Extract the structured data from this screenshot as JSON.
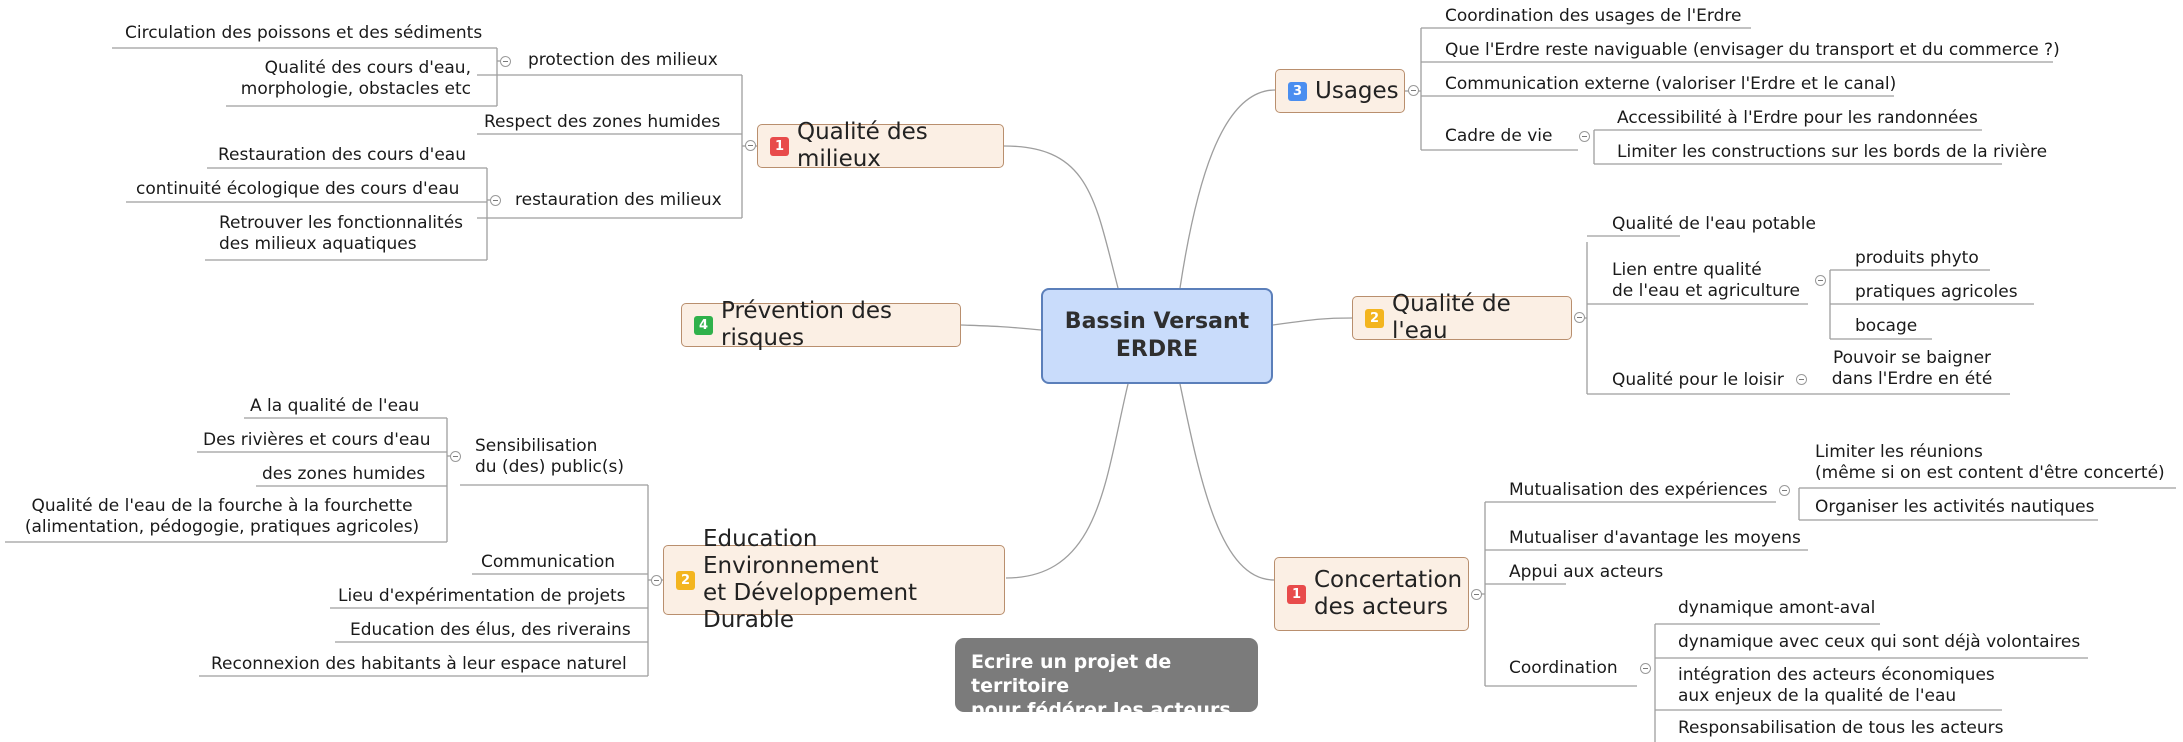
{
  "central": {
    "line1": "Bassin Versant",
    "line2": "ERDRE"
  },
  "note": {
    "line1": "Ecrire un projet de territoire",
    "line2": "pour fédérer les acteurs"
  },
  "colors": {
    "priority_1": "#e84b4b",
    "priority_2": "#f3b51f",
    "priority_3": "#4a8ef0",
    "priority_4": "#2fb14b",
    "topic_fill": "#fbefe4",
    "central_fill": "#c9dcfb",
    "note_fill": "#7b7b7b",
    "connector": "#9e9e9e"
  },
  "qualite_milieux": {
    "badge": "1",
    "title": "Qualité des milieux",
    "protection": "protection des milieux",
    "circulation": "Circulation des poissons et des sédiments",
    "qualite_cours_1": "Qualité des cours d'eau,",
    "qualite_cours_2": "morphologie, obstacles etc",
    "zones_humides": "Respect des zones humides",
    "restauration": "restauration des milieux",
    "restauration_cours": "Restauration des cours d'eau",
    "continuite": "continuité écologique des cours d'eau",
    "retrouver_1": "Retrouver les fonctionnalités",
    "retrouver_2": "des milieux aquatiques"
  },
  "prevention": {
    "badge": "4",
    "title": "Prévention des risques"
  },
  "education": {
    "badge": "2",
    "title_1": "Education Environnement",
    "title_2": "et Développement Durable",
    "sensibilisation_1": "Sensibilisation",
    "sensibilisation_2": "du (des) public(s)",
    "a_qualite": "A la qualité de l'eau",
    "rivieres": "Des rivières et cours d'eau",
    "zones_humides": "des zones humides",
    "fourche_1": "Qualité de l'eau de la fourche à la fourchette",
    "fourche_2": "(alimentation, pédogogie, pratiques agricoles)",
    "communication": "Communication",
    "lieu": "Lieu d'expérimentation de projets",
    "education_elus": "Education des élus, des riverains",
    "reconnexion": "Reconnexion des habitants à leur espace naturel"
  },
  "usages": {
    "badge": "3",
    "title": "Usages",
    "coordination": "Coordination des usages de l'Erdre",
    "navigable": "Que l'Erdre reste naviguable (envisager du transport et du commerce ?)",
    "communication": "Communication externe (valoriser l'Erdre et le canal)",
    "cadre": "Cadre de vie",
    "accessibilite": "Accessibilité à l'Erdre pour les randonnées",
    "limiter": "Limiter les constructions sur les bords de la rivière"
  },
  "qualite_eau": {
    "badge": "2",
    "title": "Qualité de l'eau",
    "potable": "Qualité de l'eau potable",
    "lien_1": "Lien entre qualité",
    "lien_2": "de l'eau et agriculture",
    "phyto": "produits phyto",
    "pratiques": "pratiques agricoles",
    "bocage": "bocage",
    "loisir": "Qualité pour le loisir",
    "baigner_1": "Pouvoir se baigner",
    "baigner_2": "dans l'Erdre en été"
  },
  "concertation": {
    "badge": "1",
    "title_1": "Concertation",
    "title_2": "des acteurs",
    "mutualisation": "Mutualisation des expériences",
    "limiter_1": "Limiter les réunions",
    "limiter_2": "(même si on est content d'être concerté)",
    "organiser": "Organiser les activités nautiques",
    "mutualiser": "Mutualiser d'avantage les moyens",
    "appui": "Appui aux acteurs",
    "coordination": "Coordination",
    "dynamique_1": "dynamique amont-aval",
    "dynamique_2": "dynamique avec ceux qui sont déjà volontaires",
    "integration_1": "intégration des acteurs économiques",
    "integration_2": "aux enjeux de la qualité de l'eau",
    "responsabilisation": "Responsabilisation de tous les acteurs"
  }
}
